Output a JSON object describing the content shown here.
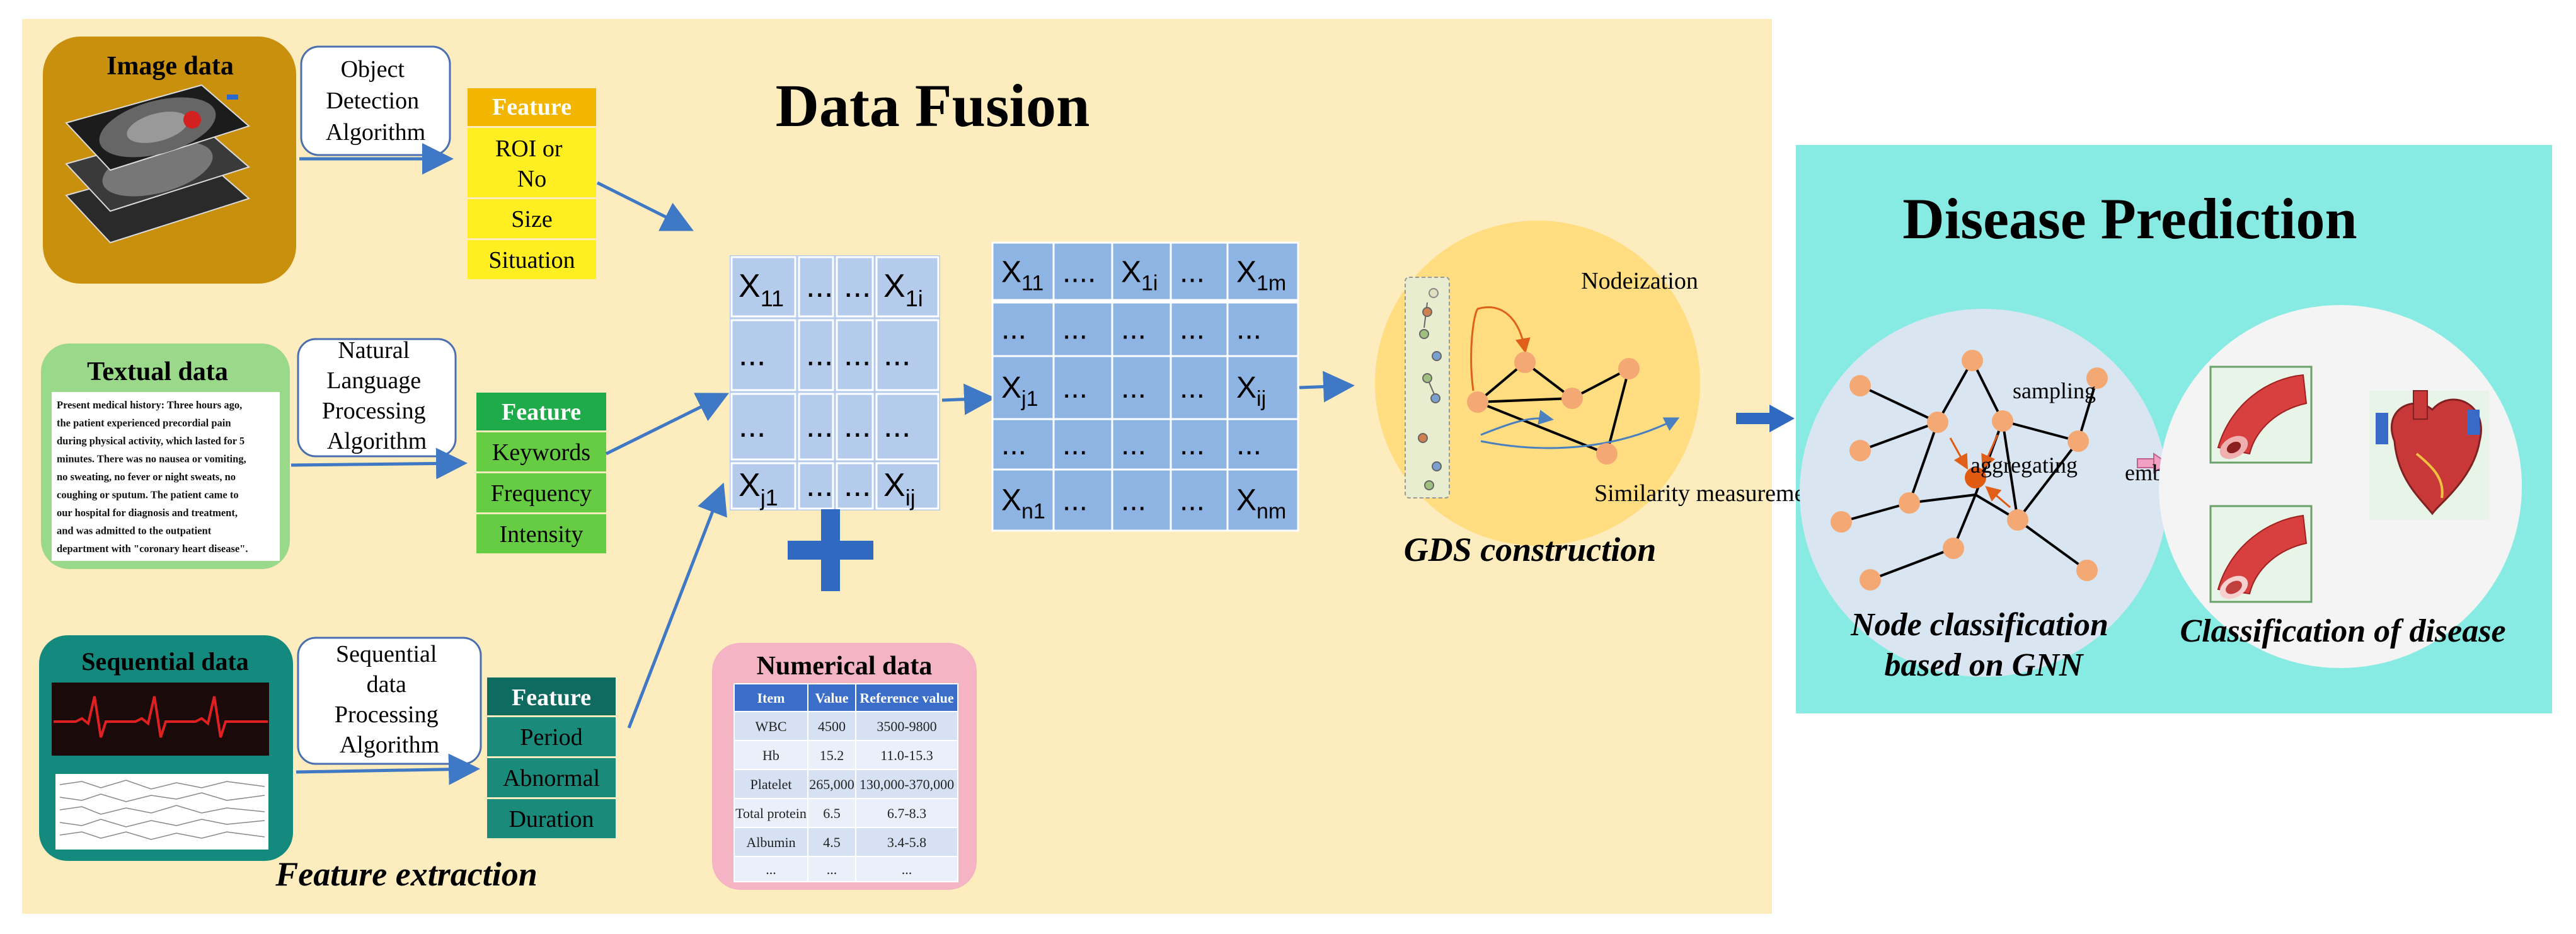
{
  "title": "Data Fusion",
  "feature_extraction_label": "Feature extraction",
  "image_data": {
    "title": "Image data",
    "algorithm": [
      "Object",
      "Detection",
      "Algorithm"
    ],
    "feature_header": "Feature",
    "features": [
      "ROI or",
      "No",
      "Size",
      "Situation"
    ]
  },
  "textual_data": {
    "title": "Textual data",
    "body_lines": [
      "Present medical history: Three hours ago,",
      "the patient experienced precordial pain",
      "during physical activity, which lasted for 5",
      "minutes. There was no nausea or vomiting,",
      "no sweating, no fever or night sweats, no",
      "coughing or sputum. The patient came to",
      "our hospital for diagnosis and treatment,",
      "and was admitted to the outpatient",
      "department with \"coronary heart disease\"."
    ],
    "algorithm": [
      "Natural",
      "Language",
      "Processing",
      "Algorithm"
    ],
    "feature_header": "Feature",
    "features": [
      "Keywords",
      "Frequency",
      "Intensity"
    ]
  },
  "sequential_data": {
    "title": "Sequential data",
    "algorithm": [
      "Sequential",
      "data",
      "Processing",
      "Algorithm"
    ],
    "feature_header": "Feature",
    "features": [
      "Period",
      "Abnormal",
      "Duration"
    ]
  },
  "numerical_data": {
    "title": "Numerical data",
    "columns": [
      "Item",
      "Value",
      "Reference value"
    ],
    "rows": [
      [
        "WBC",
        "4500",
        "3500-9800"
      ],
      [
        "Hb",
        "15.2",
        "11.0-15.3"
      ],
      [
        "Platelet",
        "265,000",
        "130,000-370,000"
      ],
      [
        "Total protein",
        "6.5",
        "6.7-8.3"
      ],
      [
        "Albumin",
        "4.5",
        "3.4-5.8"
      ],
      [
        "...",
        "...",
        "..."
      ]
    ]
  },
  "matrix_a": {
    "rows": [
      [
        "X11",
        "...",
        "...",
        "X1i"
      ],
      [
        "...",
        "...",
        "...",
        "..."
      ],
      [
        "...",
        "...",
        "...",
        "..."
      ],
      [
        "Xj1",
        "...",
        "...",
        "Xij"
      ]
    ]
  },
  "matrix_b": {
    "rows": [
      [
        "X11",
        "....",
        "X1i",
        "...",
        "X1m"
      ],
      [
        "...",
        "...",
        "...",
        "...",
        "..."
      ],
      [
        "Xj1",
        "...",
        "...",
        "...",
        "Xij"
      ],
      [
        "...",
        "...",
        "...",
        "...",
        "..."
      ],
      [
        "Xn1",
        "...",
        "...",
        "...",
        "Xnm"
      ]
    ]
  },
  "gds": {
    "title": "GDS construction",
    "nodeization": "Nodeization",
    "similarity": "Similarity measurement"
  },
  "prediction": {
    "title": "Disease Prediction",
    "sampling": "sampling",
    "aggregating": "aggregating",
    "embedding": "embedding",
    "node_classification": [
      "Node classification",
      "based on GNN"
    ],
    "classification": "Classification of disease"
  },
  "colors": {
    "panel_bg": "#fdecbe",
    "prediction_bg": "#88ebe3",
    "arrow": "#3f78c4",
    "matrix_cell": "#8eb4e3",
    "matrix_cell_a": "#b4cbec",
    "image_box": "#c8900c",
    "text_box": "#9ad88a",
    "seq_box": "#148a7e",
    "num_box": "#f4b4c4",
    "feature_yellow": "#ffee22",
    "feature_yellow_head": "#f2b600",
    "feature_green": "#66cc44",
    "feature_green_head": "#1fab4a",
    "feature_teal": "#1a8a7a",
    "feature_teal_head": "#0f6a5f",
    "node_orange": "#f4a874"
  }
}
